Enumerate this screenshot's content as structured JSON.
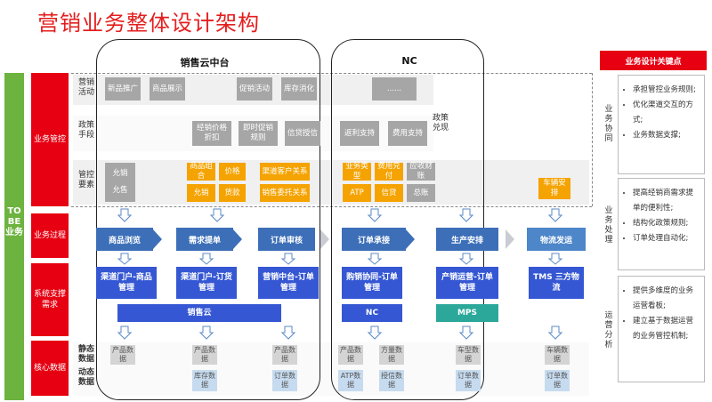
{
  "title": "营销业务整体设计架构",
  "side_label": "TO BE业务",
  "headers": {
    "left": "销售云中台",
    "right": "NC"
  },
  "sections": {
    "biz_control": "业务管控",
    "biz_process": "业务过程",
    "sys_support": "系统支撑需求",
    "core_data": "核心数据"
  },
  "row_labels": {
    "activities": "营销活动",
    "policy_means": "政策手段",
    "control_elements": "管控要素",
    "policy_cash": "政策兑现",
    "static_data": "静态数据",
    "dynamic_data": "动态数据"
  },
  "activities": [
    "新品推广",
    "商品展示",
    "促销活动",
    "库存消化",
    "......"
  ],
  "policy_means": [
    "经销价格折扣",
    "即时促销规则",
    "信贷授信",
    "返利支持",
    "费用支持"
  ],
  "control_elements": {
    "left_gray": [
      "允销",
      "允售"
    ],
    "yellow_left": [
      "商品组合",
      "价格",
      "允销",
      "货款"
    ],
    "yellow_mid": [
      "渠道客户关系",
      "销售委托关系"
    ],
    "yellow_nc": [
      "业务类型",
      "费用兑付",
      "ATP",
      "信贷"
    ],
    "gray_nc": [
      "应收财账",
      "总账"
    ],
    "yellow_right": "车辆安排"
  },
  "process_steps": [
    "商品浏览",
    "需求提单",
    "订单审核",
    "订单承接",
    "生产安排",
    "物流发运"
  ],
  "systems": {
    "s1": "渠道门户-商品管理",
    "s2": "渠道门户-订货管理",
    "s3": "营销中台-订单管理",
    "s4": "购销协同-订单管理",
    "s5": "产销运营-订单管理",
    "s6": "TMS 三方物流",
    "bar_cloud": "销售云",
    "bar_nc": "NC",
    "bar_mps": "MPS"
  },
  "static_data": [
    "产品数据",
    "产品数据",
    "产品数据",
    "产品数据",
    "方量数据",
    "车型数据",
    "车辆数据"
  ],
  "dynamic_data": [
    "库存数据",
    "订单数据",
    "ATP数据",
    "授信数据",
    "订单数据",
    "订单数据"
  ],
  "right_panel": {
    "header": "业务设计关键点",
    "groups": [
      {
        "label": "业务协同",
        "items": [
          "承担管控业务规则;",
          "优化渠道交互的方式;",
          "业务数据支撑;"
        ]
      },
      {
        "label": "业务处理",
        "items": [
          "提高经销商需求提单的便利性;",
          "结构化政策规则;",
          "订单处理自动化;"
        ]
      },
      {
        "label": "运营分析",
        "items": [
          "提供多维度的业务运营看板;",
          "建立基于数据运营的业务管控机制;"
        ]
      }
    ]
  }
}
